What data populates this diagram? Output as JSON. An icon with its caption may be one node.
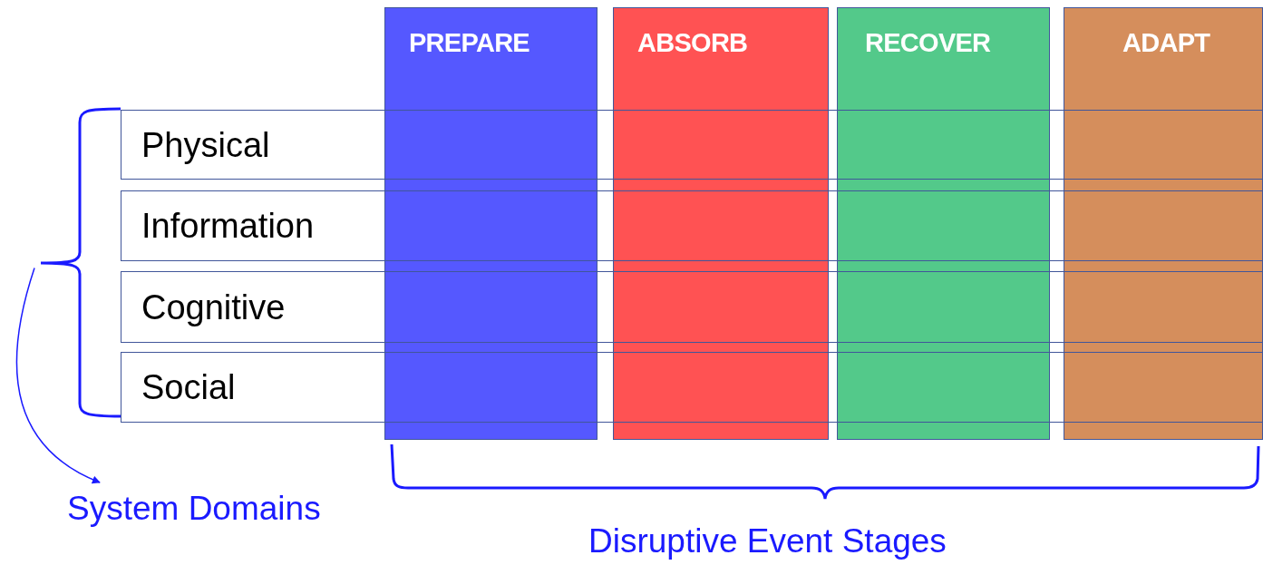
{
  "diagram": {
    "nodes": [
      {
        "text": [
          "PREPARE"
        ]
      },
      {
        "text": [
          "ABSORB"
        ]
      },
      {
        "text": [
          "RECOVER"
        ]
      },
      {
        "text": [
          "ADAPT"
        ]
      },
      {
        "text": [
          "Physical"
        ]
      },
      {
        "text": [
          "Information"
        ]
      },
      {
        "text": [
          "Cognitive"
        ]
      },
      {
        "text": [
          "Social"
        ]
      },
      {
        "text": [
          "System Domains"
        ]
      },
      {
        "text": [],
        "shape": "bracket"
      }
    ],
    "edges": [
      {
        "from": 9,
        "to": 8,
        "arrow": "to"
      }
    ],
    "labels": [
      "Disruptive Event Stages"
    ]
  }
}
